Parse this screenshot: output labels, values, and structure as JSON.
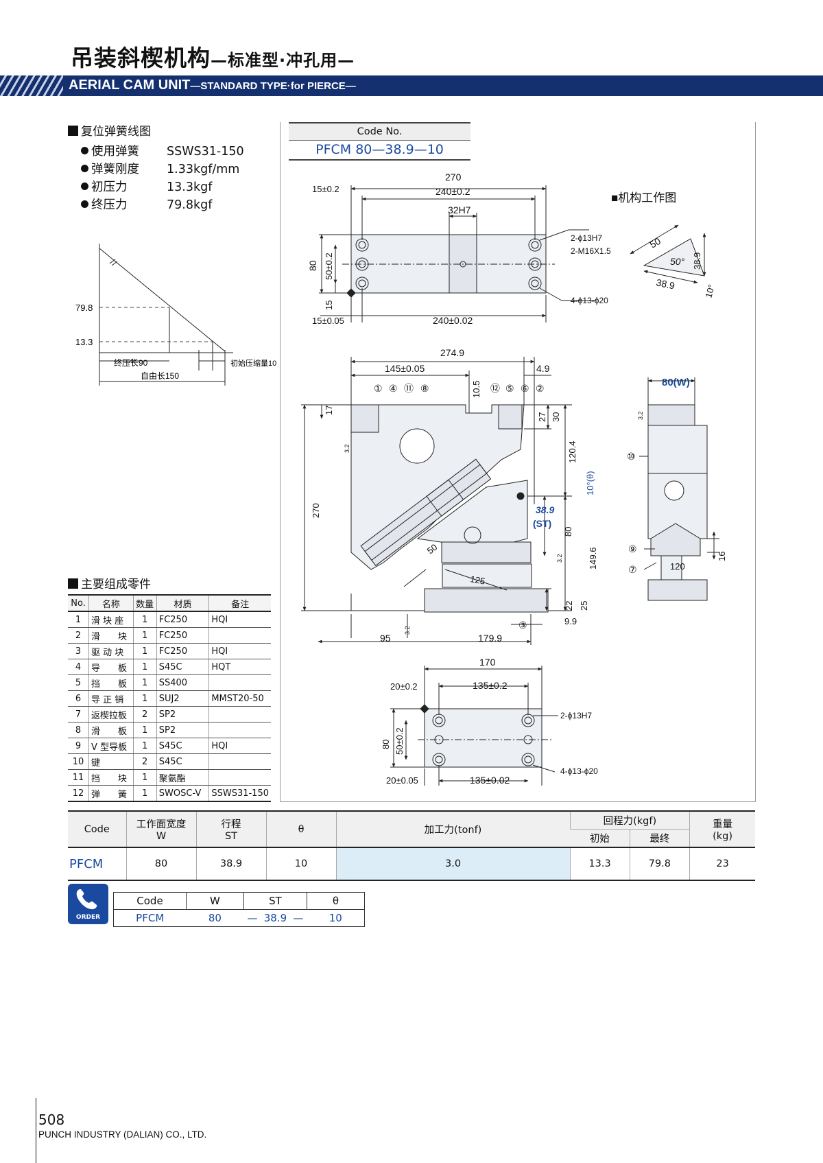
{
  "header": {
    "title_cn": "吊装斜楔机构",
    "title_cn_sub": "—标准型·冲孔用—",
    "title_en": "AERIAL CAM UNIT",
    "title_en_sub": "—STANDARD TYPE·for PIERCE—"
  },
  "spring_section": {
    "heading": "复位弹簧线图",
    "specs": [
      {
        "label": "使用弹簧",
        "value": "SSWS31-150"
      },
      {
        "label": "弹簧刚度",
        "value": "1.33kgf/mm"
      },
      {
        "label": "初压力",
        "value": "13.3kgf"
      },
      {
        "label": "终压力",
        "value": "79.8kgf"
      }
    ],
    "graph": {
      "y_high": "79.8",
      "y_low": "13.3",
      "label_final_length": "终压长90",
      "label_initial_compress": "初始压缩量10",
      "label_free_length": "自由长150"
    }
  },
  "codebox": {
    "header": "Code No.",
    "value": "PFCM 80—38.9—10"
  },
  "working_diagram": {
    "heading": "机构工作图",
    "labels": [
      "50",
      "50°",
      "38.9",
      "38.9",
      "10°"
    ]
  },
  "drawing_top": {
    "dims": [
      "270",
      "15±0.2",
      "240±0.2",
      "32H7",
      "2-ϕ13H7",
      "2-M16X1.5",
      "80",
      "50±0.2",
      "15",
      "4-ϕ13-ϕ20",
      "15±0.05",
      "240±0.02"
    ]
  },
  "drawing_front": {
    "dims": [
      "274.9",
      "145±0.05",
      "4.9",
      "10.5",
      "17",
      "27",
      "30",
      "120.4",
      "10°(θ)",
      "38.9",
      "(ST)",
      "80",
      "149.6",
      "270",
      "50",
      "125",
      "22",
      "25",
      "9.9",
      "95",
      "179.9",
      "3.2",
      "3.2",
      "3.2"
    ],
    "callouts": [
      "①",
      "④",
      "⑪",
      "⑧",
      "⑫",
      "⑤",
      "⑥",
      "②",
      "③"
    ]
  },
  "drawing_side": {
    "dims": [
      "80(W)",
      "3.2",
      "120",
      "16"
    ],
    "callouts": [
      "⑩",
      "⑨",
      "⑦"
    ]
  },
  "drawing_bottom": {
    "dims": [
      "170",
      "20±0.2",
      "135±0.2",
      "2-ϕ13H7",
      "80",
      "50±0.2",
      "4-ϕ13-ϕ20",
      "20±0.05",
      "135±0.02"
    ]
  },
  "parts_section": {
    "heading": "主要组成零件",
    "columns": [
      "No.",
      "名称",
      "数量",
      "材质",
      "备注"
    ],
    "rows": [
      [
        "1",
        "滑 块 座",
        "1",
        "FC250",
        "HQI"
      ],
      [
        "2",
        "滑　　块",
        "1",
        "FC250",
        ""
      ],
      [
        "3",
        "驱 动 块",
        "1",
        "FC250",
        "HQI"
      ],
      [
        "4",
        "导　　板",
        "1",
        "S45C",
        "HQT"
      ],
      [
        "5",
        "挡　　板",
        "1",
        "SS400",
        ""
      ],
      [
        "6",
        "导 正 销",
        "1",
        "SUJ2",
        "MMST20-50"
      ],
      [
        "7",
        "返楔拉板",
        "2",
        "SP2",
        ""
      ],
      [
        "8",
        "滑　　板",
        "1",
        "SP2",
        ""
      ],
      [
        "9",
        "V 型导板",
        "1",
        "S45C",
        "HQI"
      ],
      [
        "10",
        "键",
        "2",
        "S45C",
        ""
      ],
      [
        "11",
        "挡　　块",
        "1",
        "聚氨酯",
        ""
      ],
      [
        "12",
        "弹　　簧",
        "1",
        "SWOSC-V",
        "SSWS31-150"
      ]
    ]
  },
  "spec_table": {
    "headers": {
      "code": "Code",
      "width": "工作面宽度",
      "width_sym": "W",
      "stroke": "行程",
      "stroke_sym": "ST",
      "theta": "θ",
      "force": "加工力(tonf)",
      "return_force": "回程力(kgf)",
      "initial": "初始",
      "final": "最终",
      "weight": "重量",
      "weight_unit": "(kg)"
    },
    "row": {
      "code": "PFCM",
      "width": "80",
      "stroke": "38.9",
      "theta": "10",
      "force": "3.0",
      "initial": "13.3",
      "final": "79.8",
      "weight": "23"
    }
  },
  "order": {
    "icon_label": "ORDER",
    "headers": [
      "Code",
      "W",
      "ST",
      "θ"
    ],
    "values": {
      "code": "PFCM",
      "w": "80",
      "sep": "—",
      "st": "38.9",
      "theta": "10"
    }
  },
  "footer": {
    "page": "508",
    "company": "PUNCH INDUSTRY (DALIAN) CO., LTD."
  },
  "colors": {
    "banner": "#14306f",
    "accent_blue": "#1a4aa0",
    "highlight": "#dcedf7"
  }
}
